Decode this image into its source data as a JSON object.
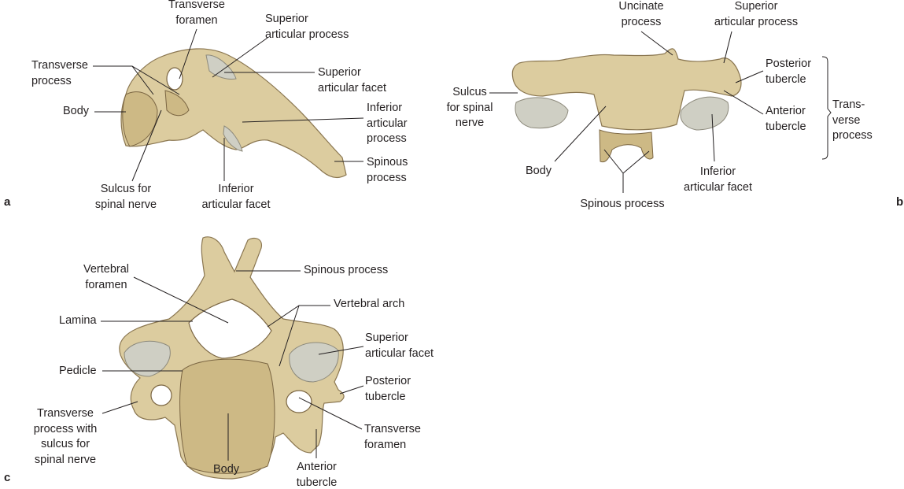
{
  "panels": {
    "a": "a",
    "b": "b",
    "c": "c"
  },
  "panel_a": {
    "transverse_foramen": "Transverse\nforamen",
    "superior_articular_process": "Superior\narticular process",
    "transverse_process": "Transverse\nprocess",
    "superior_articular_facet": "Superior\narticular facet",
    "body": "Body",
    "inferior_articular_process": "Inferior\narticular\nprocess",
    "spinous_process": "Spinous\nprocess",
    "sulcus_for_spinal_nerve": "Sulcus for\nspinal nerve",
    "inferior_articular_facet": "Inferior\narticular facet"
  },
  "panel_b": {
    "uncinate_process": "Uncinate\nprocess",
    "superior_articular_process": "Superior\narticular process",
    "posterior_tubercle": "Posterior\ntubercle",
    "sulcus_for_spinal_nerve": "Sulcus\nfor spinal\nnerve",
    "transverse_process": "Trans-\nverse\nprocess",
    "anterior_tubercle": "Anterior\ntubercle",
    "body": "Body",
    "inferior_articular_facet": "Inferior\narticular facet",
    "spinous_process": "Spinous process"
  },
  "panel_c": {
    "spinous_process": "Spinous process",
    "vertebral_foramen": "Vertebral\nforamen",
    "vertebral_arch": "Vertebral arch",
    "lamina": "Lamina",
    "superior_articular_facet": "Superior\narticular facet",
    "pedicle": "Pedicle",
    "posterior_tubercle": "Posterior\ntubercle",
    "transverse_process_with_sulcus": "Transverse\nprocess with\nsulcus for\nspinal nerve",
    "transverse_foramen": "Transverse\nforamen",
    "body": "Body",
    "anterior_tubercle": "Anterior\ntubercle"
  }
}
